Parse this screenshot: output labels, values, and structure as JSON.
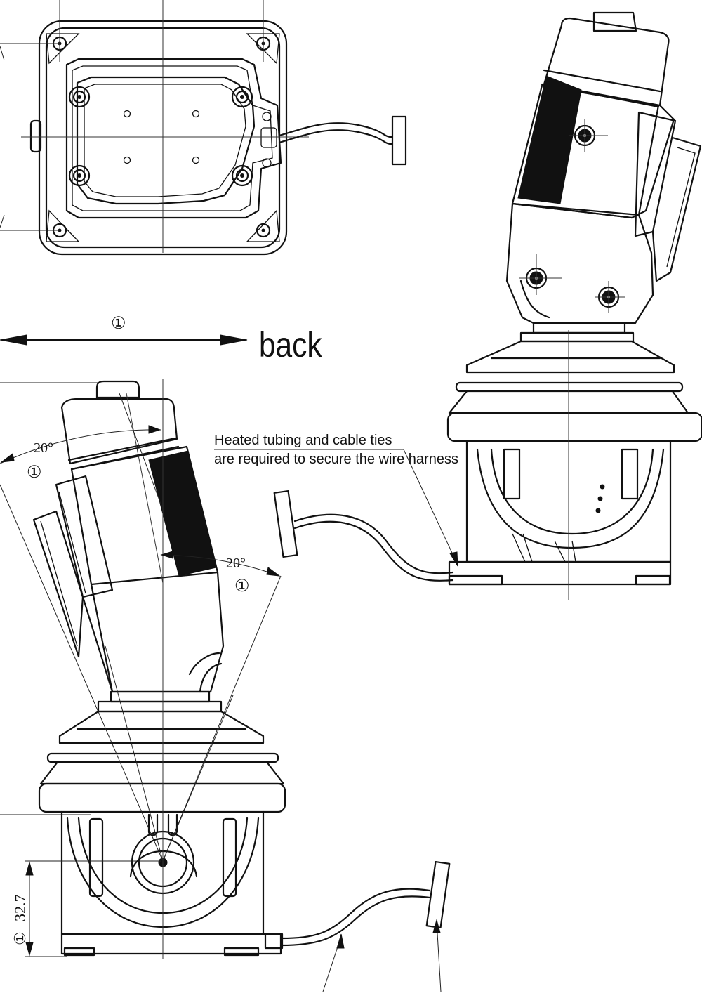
{
  "labels": {
    "direction": "back",
    "note_line1": "Heated tubing and cable ties",
    "note_line2": "are required to secure the wire harness",
    "angle_upper": "20°",
    "angle_lower": "20°",
    "dimension": "32.7",
    "ref_mark": "①"
  },
  "colors": {
    "line": "#111111",
    "background": "#ffffff"
  }
}
